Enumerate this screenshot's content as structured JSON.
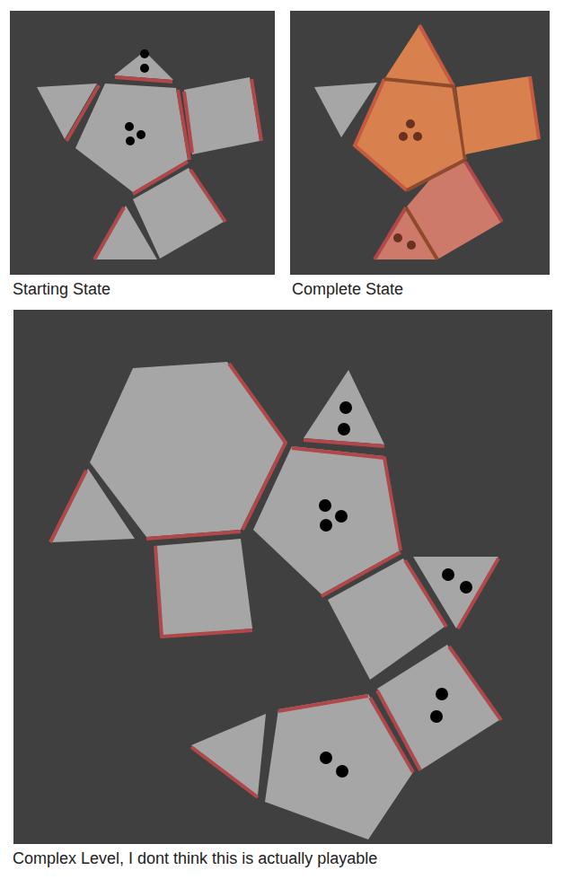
{
  "diagram": {
    "labels": [
      "Starting State",
      "Complete State",
      "Complex Level, I dont think this is actually playable"
    ]
  }
}
